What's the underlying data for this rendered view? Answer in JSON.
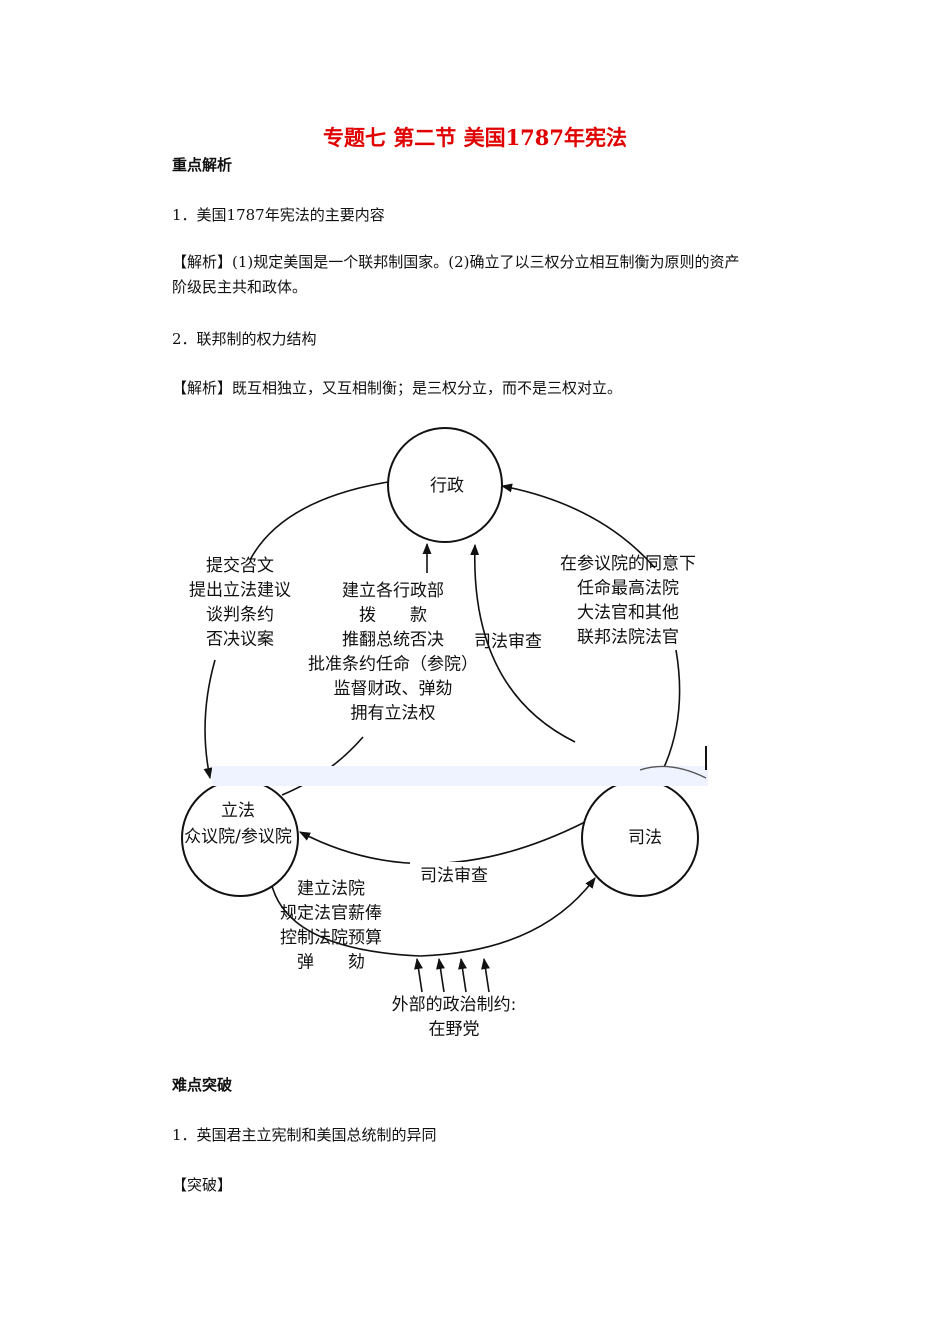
{
  "title": "专题七  第二节  美国1787年宪法",
  "sections": {
    "key_points": "重点解析",
    "difficulty": "难点突破"
  },
  "items": {
    "item1_heading": "1．美国1787年宪法的主要内容",
    "item1_analysis_line1": "【解析】(1)规定美国是一个联邦制国家。(2)确立了以三权分立相互制衡为原则的资产",
    "item1_analysis_line2": "阶级民主共和政体。",
    "item2_heading": "2．联邦制的权力结构",
    "item2_analysis": "【解析】既互相独立，又互相制衡；是三权分立，而不是三权对立。",
    "item3_heading": "1．英国君主立宪制和美国总统制的异同",
    "item3_breakthrough": "【突破】"
  },
  "diagram": {
    "nodes": {
      "executive": "行政",
      "legislative_line1": "立法",
      "legislative_line2": "众议院/参议院",
      "judicial": "司法"
    },
    "exec_to_leg": [
      "提交咨文",
      "提出立法建议",
      "谈判条约",
      "否决议案"
    ],
    "leg_to_exec": [
      "建立各行政部",
      "拨　　款",
      "推翻总统否决",
      "批准条约任命（参院）",
      "监督财政、弹劾",
      "拥有立法权"
    ],
    "jud_to_exec": "司法审查",
    "exec_to_jud": [
      "在参议院的同意下",
      "任命最高法院",
      "大法官和其他",
      "联邦法院法官"
    ],
    "jud_to_leg": "司法审查",
    "leg_to_jud": [
      "建立法院",
      "规定法官薪俸",
      "控制法院预算",
      "弹　　劾"
    ],
    "external": [
      "外部的政治制约:",
      "在野党"
    ]
  }
}
